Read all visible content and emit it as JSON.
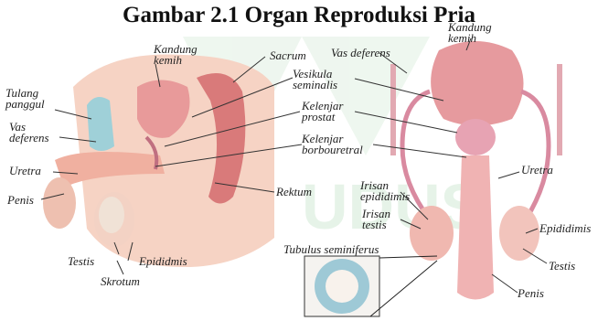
{
  "title": "Gambar 2.1 Organ Reproduksi Pria",
  "watermark": "UDUS",
  "labels": {
    "tulang_panggul": "Tulang panggul",
    "vas_deferens_left": "Vas deferens",
    "uretra_left": "Uretra",
    "penis_left": "Penis",
    "testis_left": "Testis",
    "skrotum": "Skrotum",
    "epididmis": "Epididmis",
    "kandung_kemih_left": "Kandung kemih",
    "sacrum": "Sacrum",
    "vesikula_seminalis": "Vesikula seminalis",
    "kelenjar_prostat": "Kelenjar prostat",
    "kelenjar_borbouretral": "Kelenjar borbouretral",
    "rektum": "Rektum",
    "vas_deferens_right": "Vas deferens",
    "kandung_kemih_right": "Kandung kemih",
    "uretra_right": "Uretra",
    "irisan_epididimis": "Irisan epididimis",
    "irisan_testis": "Irisan testis",
    "epididimis_right": "Epididimis",
    "testis_right": "Testis",
    "tubulus_seminiferus": "Tubulus seminiferus",
    "penis_right": "Penis"
  },
  "colors": {
    "tissue": "#f2b7a6",
    "organ_pink": "#e9a0a0",
    "duct": "#d98aa0",
    "watermark": "#cfe8d2"
  }
}
